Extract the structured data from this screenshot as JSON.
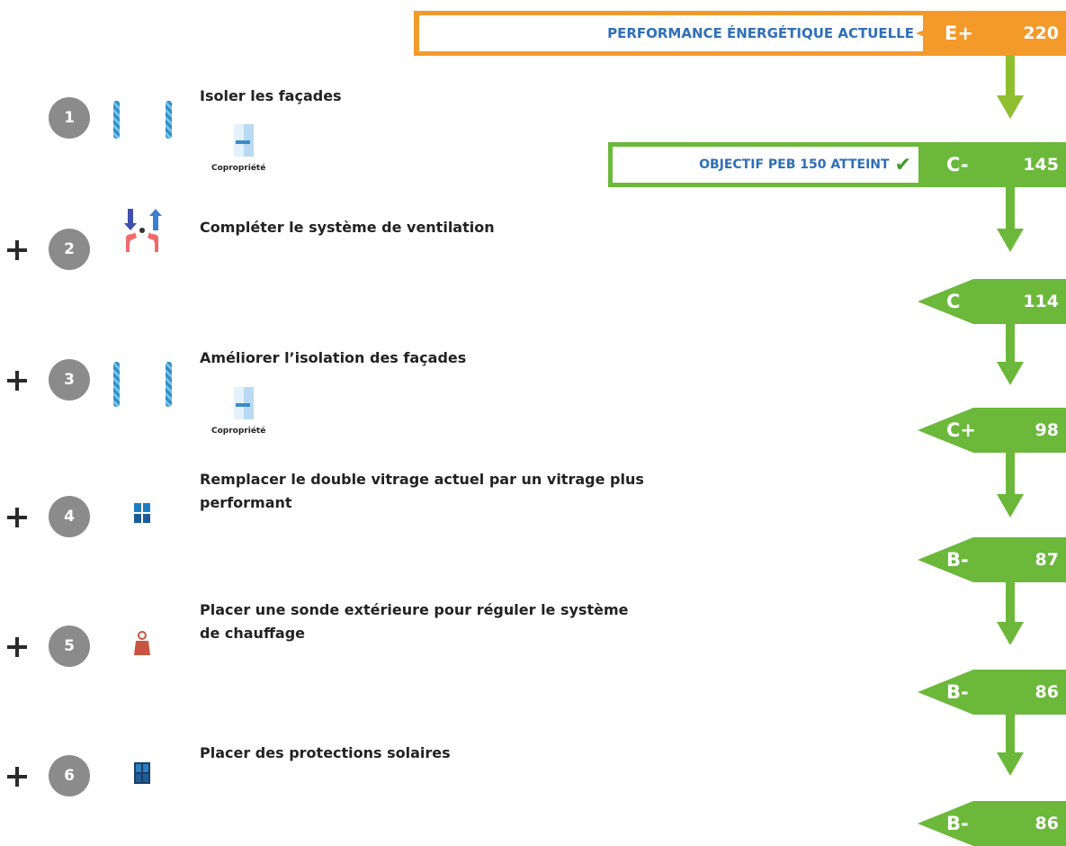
{
  "current": {
    "label": "PERFORMANCE ÉNERGÉTIQUE ACTUELLE",
    "class": "E+",
    "value": "220",
    "color": "#f39a2b"
  },
  "objective": {
    "label": "OBJECTIF PEB 150 ATTEINT",
    "check": "✔",
    "color": "#6bb83a"
  },
  "ratings": [
    {
      "class": "E+",
      "value": "220",
      "color": "#f39a2b"
    },
    {
      "class": "C-",
      "value": "145",
      "color": "#6bb83a"
    },
    {
      "class": "C",
      "value": "114",
      "color": "#6bb83a"
    },
    {
      "class": "C+",
      "value": "98",
      "color": "#6bb83a"
    },
    {
      "class": "B-",
      "value": "87",
      "color": "#6bb83a"
    },
    {
      "class": "B-",
      "value": "86",
      "color": "#6bb83a"
    },
    {
      "class": "B-",
      "value": "86",
      "color": "#6bb83a"
    }
  ],
  "steps": [
    {
      "number": "1",
      "title": "Isoler les façades",
      "icon": "wall-insulation-icon",
      "badge": "Copropriété"
    },
    {
      "number": "2",
      "title": "Compléter le système de ventilation",
      "icon": "ventilation-icon",
      "badge": ""
    },
    {
      "number": "3",
      "title": "Améliorer l’isolation des façades",
      "icon": "wall-insulation-icon",
      "badge": "Copropriété"
    },
    {
      "number": "4",
      "title": "Remplacer le double vitrage actuel par un vitrage plus performant",
      "icon": "window-icon",
      "badge": ""
    },
    {
      "number": "5",
      "title": "Placer une sonde extérieure pour réguler le système de chauffage",
      "icon": "thermostat-probe-icon",
      "badge": ""
    },
    {
      "number": "6",
      "title": "Placer des protections solaires",
      "icon": "sun-shade-icon",
      "badge": ""
    }
  ]
}
